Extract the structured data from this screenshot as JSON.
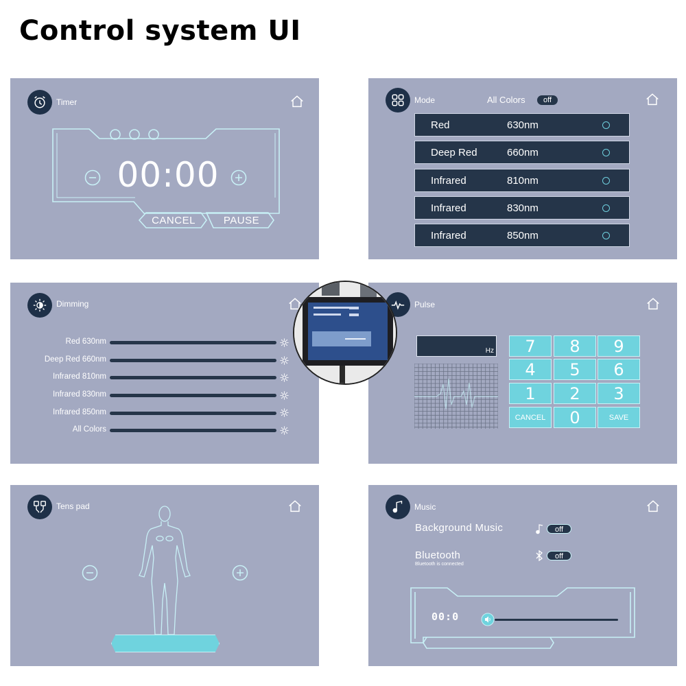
{
  "page_title": "Control system UI",
  "colors": {
    "panel_bg": "#a3a9c1",
    "dark": "#253549",
    "accent": "#6fd3de",
    "outline": "#c8f0f6"
  },
  "timer": {
    "title": "Timer",
    "icon": "alarm-clock-icon",
    "value": "00:00",
    "cancel_label": "CANCEL",
    "pause_label": "PAUSE"
  },
  "mode": {
    "title": "Mode",
    "icon": "grid-icon",
    "all_colors_label": "All Colors",
    "all_colors_toggle": "off",
    "items": [
      {
        "name": "Red",
        "wavelength": "630nm"
      },
      {
        "name": "Deep Red",
        "wavelength": "660nm"
      },
      {
        "name": "Infrared",
        "wavelength": "810nm"
      },
      {
        "name": "Infrared",
        "wavelength": "830nm"
      },
      {
        "name": "Infrared",
        "wavelength": "850nm"
      }
    ]
  },
  "dimming": {
    "title": "Dimming",
    "icon": "brightness-icon",
    "channels": [
      {
        "label": "Red 630nm"
      },
      {
        "label": "Deep Red 660nm"
      },
      {
        "label": "Infrared 810nm"
      },
      {
        "label": "Infrared 830nm"
      },
      {
        "label": "Infrared 850nm"
      },
      {
        "label": "All Colors"
      }
    ]
  },
  "pulse": {
    "title": "Pulse",
    "icon": "pulse-wave-icon",
    "unit": "Hz",
    "keys": [
      "7",
      "8",
      "9",
      "4",
      "5",
      "6",
      "1",
      "2",
      "3",
      "CANCEL",
      "0",
      "SAVE"
    ]
  },
  "tens": {
    "title": "Tens pad",
    "icon": "tens-pads-icon"
  },
  "music": {
    "title": "Music",
    "icon": "music-note-icon",
    "background_music_label": "Background Music",
    "background_music_toggle": "off",
    "bluetooth_label": "Bluetooth",
    "bluetooth_status": "Bluetooth is connected",
    "bluetooth_toggle": "off",
    "time": "00:0"
  }
}
